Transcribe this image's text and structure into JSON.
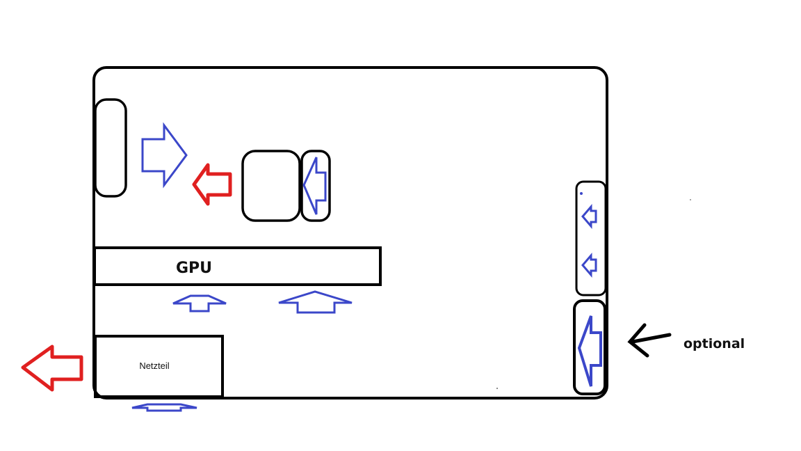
{
  "labels": {
    "gpu": "GPU",
    "psu": "Netzteil",
    "optional": "optional"
  },
  "colors": {
    "outline": "#000000",
    "intake_arrow": "#3b47c9",
    "exhaust_arrow": "#e02020",
    "background": "#ffffff"
  },
  "diagram": {
    "case": "case-outline",
    "components": [
      "front-fan",
      "cpu-cooler",
      "cpu-fan",
      "side-fan-panel",
      "optional-fan",
      "gpu",
      "power-supply"
    ],
    "airflow": {
      "intake_arrows": 8,
      "exhaust_arrows": 2
    }
  }
}
